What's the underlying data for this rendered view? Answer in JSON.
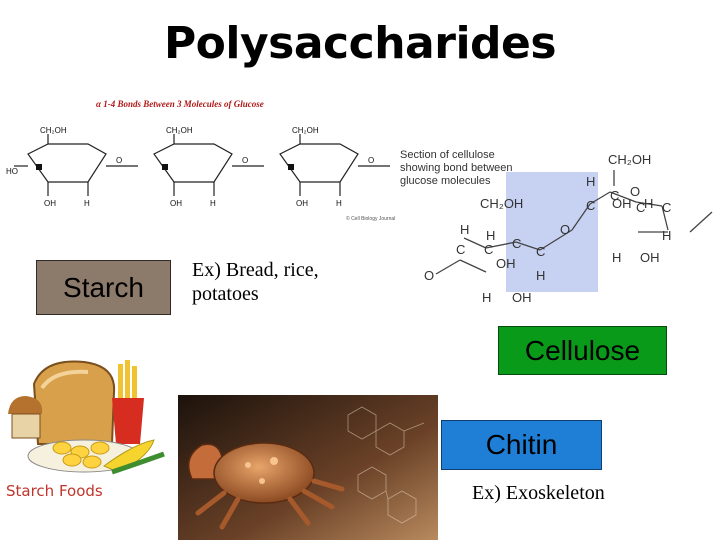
{
  "slide": {
    "title": "Polysaccharides"
  },
  "glucose_diagram": {
    "caption": "α 1-4 Bonds Between 3 Molecules of Glucose",
    "group_label": "CH₂OH",
    "atom_h": "H",
    "atom_oh": "OH",
    "atom_o": "O",
    "atom_ho": "HO",
    "copyright": "© Cell Biology Journal"
  },
  "starch": {
    "label": "Starch",
    "example_line1": "Ex) Bread, rice,",
    "example_line2": "potatoes",
    "box_color": "#8c7a6a"
  },
  "cellulose_diagram": {
    "caption_line1": "Section of cellulose",
    "caption_line2": "showing bond between",
    "caption_line3": "glucose molecules",
    "group_label": "CH₂OH",
    "highlight_color": "#c7d2f3"
  },
  "cellulose": {
    "label": "Cellulose",
    "box_color": "#0a9a1a"
  },
  "chitin": {
    "label": "Chitin",
    "example": "Ex) Exoskeleton",
    "box_color": "#1f7fd6"
  },
  "starch_foods": {
    "label": "Starch Foods"
  },
  "crab_photo": {
    "icon": "crab-photo"
  }
}
